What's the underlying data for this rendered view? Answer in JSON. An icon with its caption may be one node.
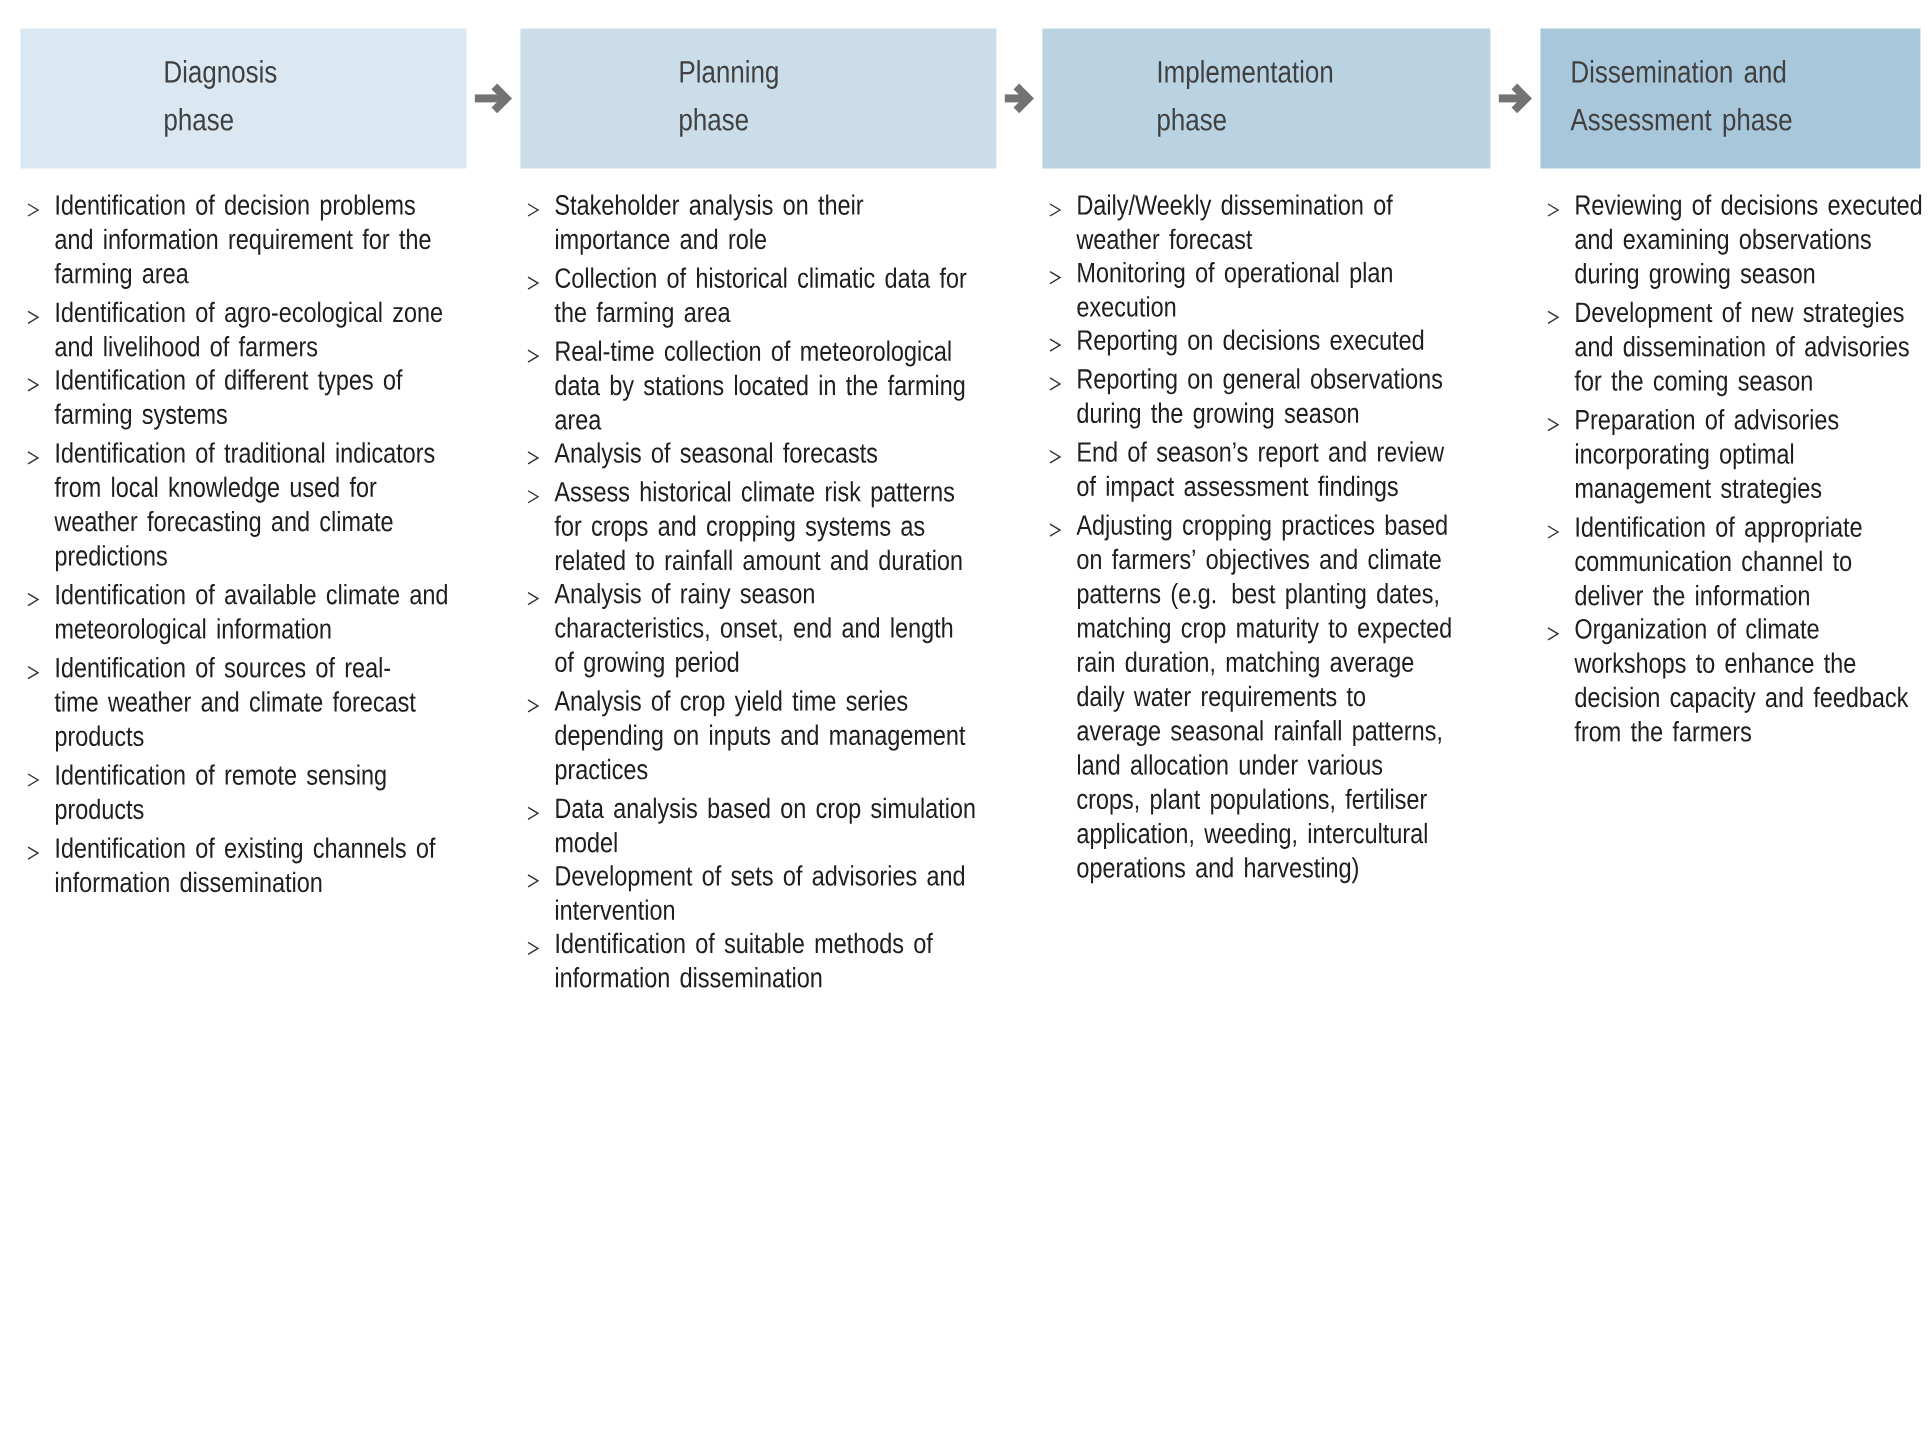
{
  "diagram": {
    "nodes": [
      {
        "text": [
          "Diagnosis phase"
        ],
        "beside": [
          "Identification of decision problems and information requirement for the farming area",
          "Identification of agro-ecological zone and livelihood of farmers",
          "Identification of different types of farming systems",
          "Identification of traditional indicators from local knowledge used for weather forecasting and climate predictions",
          "Identification of available climate and meteorological information",
          "Identification of sources of real-time weather and climate forecast products",
          "Identification of remote sensing products",
          "Identification of existing channels of information dissemination"
        ]
      },
      {
        "text": [
          "Planning phase"
        ],
        "beside": [
          "Stakeholder analysis on their importance and role",
          "Collection of historical climatic data for the farming area",
          "Real-time collection of meteorological data by stations located in the farming area",
          "Analysis of seasonal forecasts",
          "Assess historical climate risk patterns for crops and cropping systems as related to rainfall amount and duration",
          "Analysis of rainy season characteristics, onset, end and length of growing period",
          "Analysis of crop yield time series depending on inputs and management practices",
          "Data analysis based on crop simulation model",
          "Development of sets of advisories and intervention",
          "Identification of suitable methods of information dissemination"
        ]
      },
      {
        "text": [
          "Implementation phase"
        ],
        "beside": [
          "Daily/Weekly dissemination of weather forecast",
          "Monitoring of operational plan execution",
          "Reporting on decisions executed",
          "Reporting on general observations during the growing season",
          "End of season’s report and review of impact assessment findings",
          "Adjusting cropping practices based on farmers’ objectives and climate patterns (e.g. best planting dates, matching crop maturity to expected rain duration, matching average daily water requirements to average seasonal rainfall patterns, land allocation under various crops, plant populations, fertiliser application, weeding, intercultural operations and harvesting)"
        ]
      },
      {
        "text": [
          "Dissemination and Assessment phase"
        ],
        "beside": [
          "Reviewing of decisions executed and examining observations during growing season",
          "Development of new strategies and dissemination of advisories for the coming season",
          "Preparation of advisories incorporating optimal management strategies",
          "Identification of appropriate communication channel to deliver the information",
          "Organization of climate workshops to enhance the decision capacity and feedback from the farmers"
        ]
      }
    ],
    "edges": [
      {
        "from": 0,
        "to": 1,
        "arrow": "to"
      },
      {
        "from": 1,
        "to": 2,
        "arrow": "to"
      },
      {
        "from": 2,
        "to": 3,
        "arrow": "to"
      }
    ]
  }
}
